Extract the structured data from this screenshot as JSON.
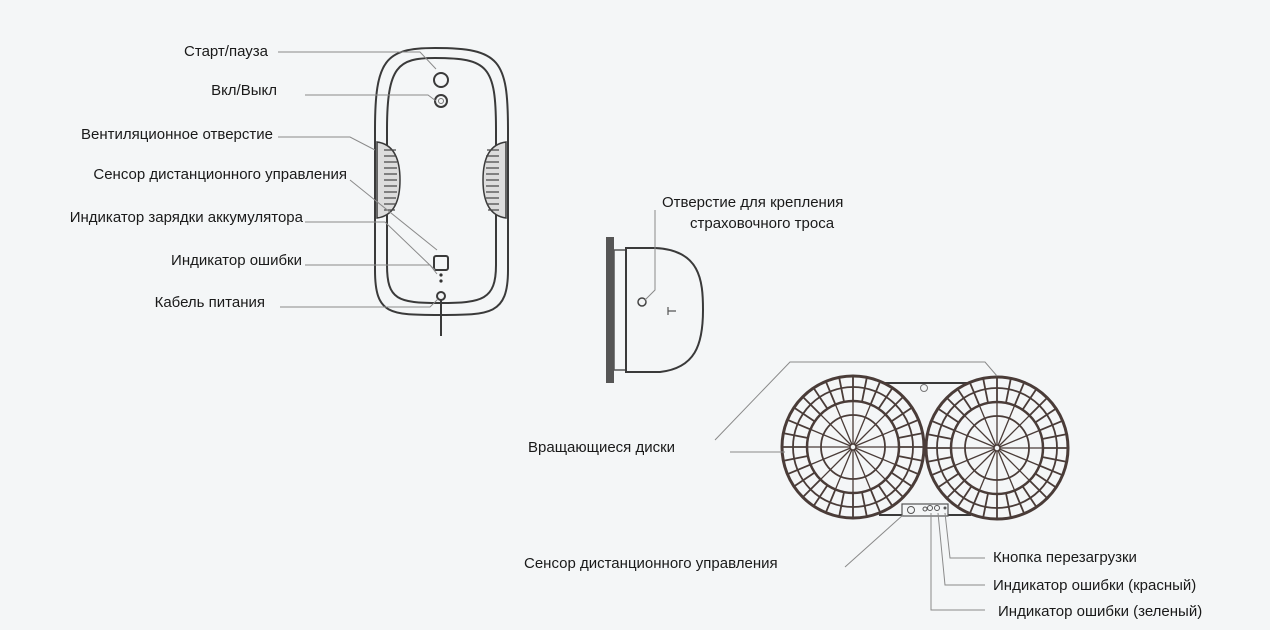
{
  "front_view": {
    "labels": [
      "Старт/пауза",
      "Вкл/Выкл",
      "Вентиляционное отверстие",
      "Сенсор дистанционного управления",
      "Индикатор зарядки аккумулятора",
      "Индикатор ошибки",
      "Кабель питания"
    ]
  },
  "side_view": {
    "label_line1": "Отверстие для крепления",
    "label_line2": "страховочного троса"
  },
  "bottom_view": {
    "discs_label": "Вращающиеся диски",
    "remote_sensor_label": "Сенсор дистанционного управления",
    "reset_button_label": "Кнопка перезагрузки",
    "error_red_label": "Индикатор ошибки (красный)",
    "error_green_label": "Индикатор ошибки (зеленый)"
  },
  "colors": {
    "background": "#f4f6f7",
    "line": "#3a3a3a",
    "disc": "#4a3c38"
  }
}
